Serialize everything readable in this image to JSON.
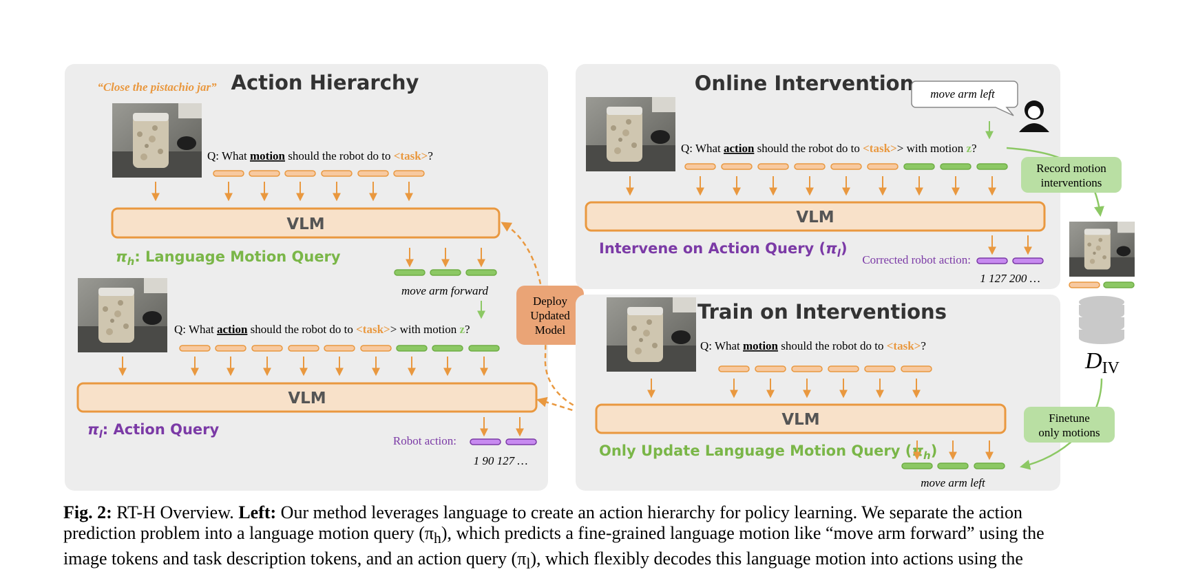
{
  "figure": {
    "left_panel": {
      "title": "Action Hierarchy",
      "task_quote": "“Close the pistachio jar”",
      "q1": {
        "prefix": "Q: What ",
        "keyword": "motion",
        "middle": " should the robot do to ",
        "task": "<task>",
        "suffix": "?"
      },
      "vlm1": "VLM",
      "pi_h_label": "π",
      "pi_h_sub": "h",
      "pi_h_text": ": Language Motion Query",
      "motion_out": "move arm forward",
      "q2": {
        "prefix": "Q: What ",
        "keyword": "action",
        "middle": " should the robot do to ",
        "task": "<task>",
        "mid2": "> with motion ",
        "z": "z",
        "suffix": "?"
      },
      "vlm2": "VLM",
      "pi_l_label": "π",
      "pi_l_sub": "l",
      "pi_l_text": ": Action Query",
      "robot_action_label": "Robot action:",
      "robot_action_values": "1 90 127 …"
    },
    "deploy_box": [
      "Deploy",
      "Updated",
      "Model"
    ],
    "online_panel": {
      "title": "Online Intervention",
      "speech": "move arm left",
      "q": {
        "prefix": "Q: What ",
        "keyword": "action",
        "middle": " should the robot do to ",
        "task": "<task>",
        "mid2": "> with motion ",
        "z": "z",
        "suffix": "?"
      },
      "vlm": "VLM",
      "intervene_text": "Intervene on Action Query (",
      "intervene_pi": "π",
      "intervene_sub": "l",
      "intervene_close": ")",
      "corrected_label": "Corrected robot action:",
      "corrected_values": "1 127 200 …",
      "record_box": [
        "Record motion",
        "interventions"
      ]
    },
    "train_panel": {
      "title": "Train on Interventions",
      "q": {
        "prefix": "Q: What ",
        "keyword": "motion",
        "middle": " should the robot do to ",
        "task": "<task>",
        "suffix": "?"
      },
      "vlm": "VLM",
      "update_text": "Only Update Language Motion Query (",
      "update_pi": "π",
      "update_sub": "h",
      "update_close": ")",
      "motion_out": "move arm left",
      "finetune_box": [
        "Finetune",
        "only motions"
      ]
    },
    "dataset_label": "D",
    "dataset_sub": "IV"
  },
  "caption": {
    "fig_label": "Fig. 2:",
    "title": " RT-H Overview. ",
    "left_label": "Left:",
    "line1": " Our method leverages language to create an action hierarchy for policy learning. We separate the action",
    "line2": "prediction problem into a language motion query (π",
    "line2_sub": "h",
    "line2_rest": "), which predicts a fine-grained language motion like “move arm forward” using the",
    "line3": "image tokens and task description tokens, and an action query (π",
    "line3_sub": "l",
    "line3_rest": "), which flexibly decodes this language motion into actions using the"
  },
  "colors": {
    "panel_bg": "#ededed",
    "orange": "#e9983f",
    "orange_fill": "#f8e1c9",
    "orange_token": "#f7c9a0",
    "green": "#8cc864",
    "green_text": "#7ab648",
    "purple": "#7b3aa6",
    "purple_token": "#c78af0",
    "deploy_fill": "#eaa476",
    "green_box": "#b9dfa3"
  }
}
